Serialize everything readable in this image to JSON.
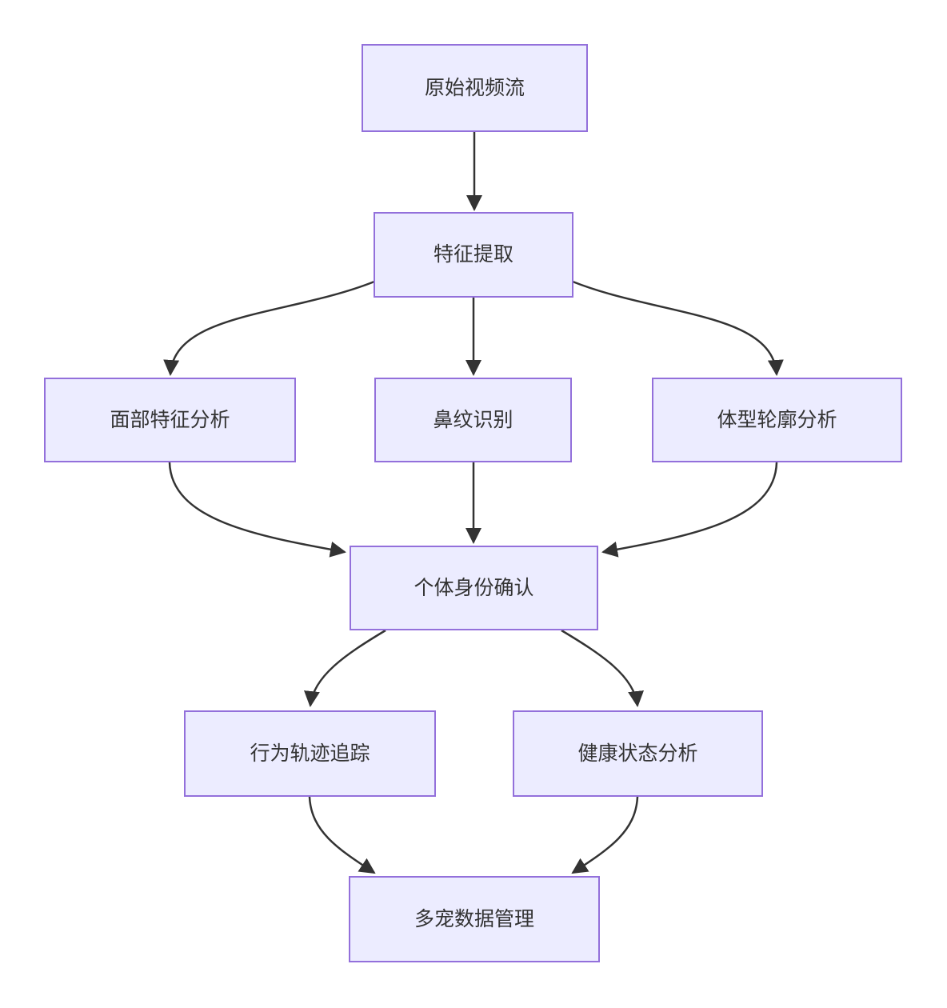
{
  "diagram": {
    "type": "flowchart",
    "direction": "top-down",
    "nodes": [
      {
        "id": "raw-video-stream",
        "label": "原始视频流"
      },
      {
        "id": "feature-extraction",
        "label": "特征提取"
      },
      {
        "id": "facial-feature-analysis",
        "label": "面部特征分析"
      },
      {
        "id": "nose-print-recognition",
        "label": "鼻纹识别"
      },
      {
        "id": "body-contour-analysis",
        "label": "体型轮廓分析"
      },
      {
        "id": "individual-identity-confirmation",
        "label": "个体身份确认"
      },
      {
        "id": "behavior-trajectory-tracking",
        "label": "行为轨迹追踪"
      },
      {
        "id": "health-status-analysis",
        "label": "健康状态分析"
      },
      {
        "id": "multi-pet-data-management",
        "label": "多宠数据管理"
      }
    ],
    "edges": [
      {
        "from": "raw-video-stream",
        "to": "feature-extraction"
      },
      {
        "from": "feature-extraction",
        "to": "facial-feature-analysis"
      },
      {
        "from": "feature-extraction",
        "to": "nose-print-recognition"
      },
      {
        "from": "feature-extraction",
        "to": "body-contour-analysis"
      },
      {
        "from": "facial-feature-analysis",
        "to": "individual-identity-confirmation"
      },
      {
        "from": "nose-print-recognition",
        "to": "individual-identity-confirmation"
      },
      {
        "from": "body-contour-analysis",
        "to": "individual-identity-confirmation"
      },
      {
        "from": "individual-identity-confirmation",
        "to": "behavior-trajectory-tracking"
      },
      {
        "from": "individual-identity-confirmation",
        "to": "health-status-analysis"
      },
      {
        "from": "behavior-trajectory-tracking",
        "to": "multi-pet-data-management"
      },
      {
        "from": "health-status-analysis",
        "to": "multi-pet-data-management"
      }
    ],
    "colors": {
      "node_fill": "#ECECFF",
      "node_border": "#9370DB",
      "edge": "#333333",
      "text": "#333333",
      "background": "#FFFFFF"
    }
  }
}
